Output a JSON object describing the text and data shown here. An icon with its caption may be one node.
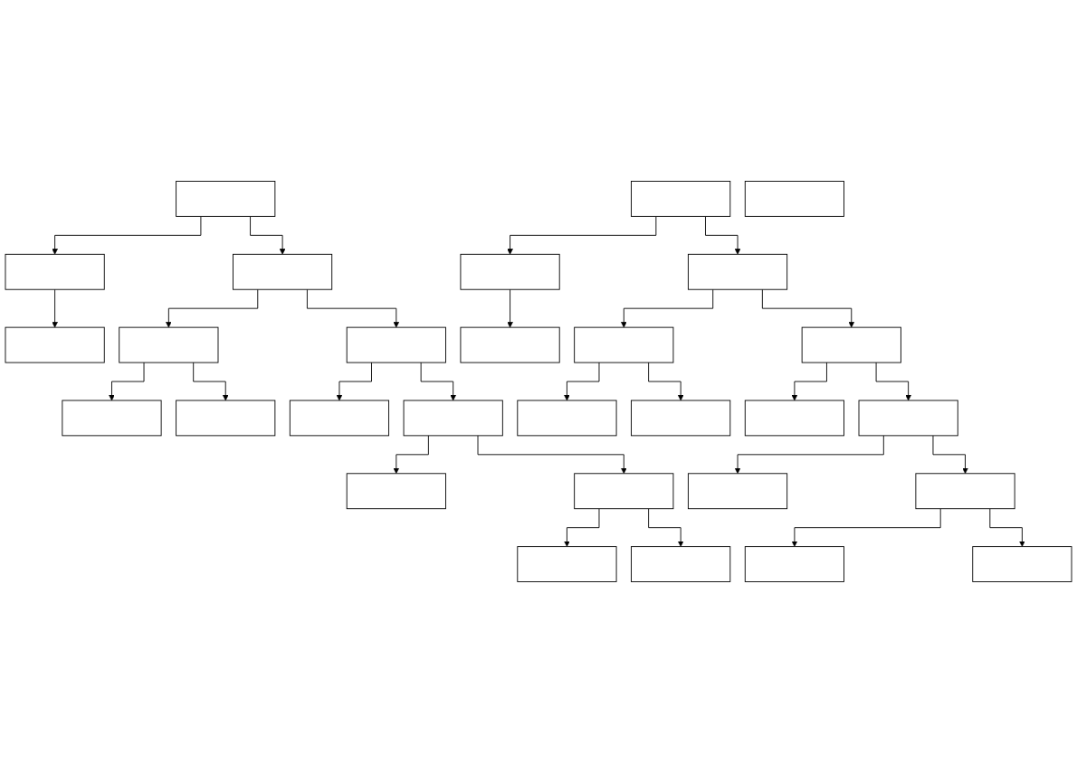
{
  "diagram": {
    "nodes": [
      {
        "text": [],
        "shape": "box"
      },
      {
        "text": [],
        "shape": "box"
      },
      {
        "text": [],
        "shape": "box"
      },
      {
        "text": [],
        "shape": "box"
      },
      {
        "text": [],
        "shape": "box"
      },
      {
        "text": [],
        "shape": "box"
      },
      {
        "text": [],
        "shape": "box"
      },
      {
        "text": [],
        "shape": "box"
      },
      {
        "text": [],
        "shape": "box"
      },
      {
        "text": [],
        "shape": "box"
      },
      {
        "text": [],
        "shape": "box"
      },
      {
        "text": [],
        "shape": "box"
      },
      {
        "text": [],
        "shape": "box"
      },
      {
        "text": [],
        "shape": "box"
      },
      {
        "text": [],
        "shape": "box"
      },
      {
        "text": [],
        "shape": "box"
      },
      {
        "text": [],
        "shape": "box"
      },
      {
        "text": [],
        "shape": "box"
      },
      {
        "text": [],
        "shape": "box"
      },
      {
        "text": [],
        "shape": "box"
      },
      {
        "text": [],
        "shape": "box"
      },
      {
        "text": [],
        "shape": "box"
      },
      {
        "text": [],
        "shape": "box"
      },
      {
        "text": [],
        "shape": "box"
      },
      {
        "text": [],
        "shape": "box"
      },
      {
        "text": [],
        "shape": "box"
      },
      {
        "text": [],
        "shape": "box"
      },
      {
        "text": [],
        "shape": "box"
      },
      {
        "text": [],
        "shape": "box"
      }
    ],
    "edges": [
      {
        "from": 1,
        "to": 2,
        "arrow": "to"
      },
      {
        "from": 2,
        "to": 3,
        "arrow": "to"
      },
      {
        "from": 1,
        "to": 4,
        "arrow": "to"
      },
      {
        "from": 4,
        "to": 5,
        "arrow": "to"
      },
      {
        "from": 5,
        "to": 6,
        "arrow": "to"
      },
      {
        "from": 5,
        "to": 7,
        "arrow": "to"
      },
      {
        "from": 4,
        "to": 8,
        "arrow": "to"
      },
      {
        "from": 8,
        "to": 9,
        "arrow": "to"
      },
      {
        "from": 8,
        "to": 10,
        "arrow": "to"
      },
      {
        "from": 10,
        "to": 11,
        "arrow": "to"
      },
      {
        "from": 10,
        "to": 12,
        "arrow": "to"
      },
      {
        "from": 12,
        "to": 13,
        "arrow": "to"
      },
      {
        "from": 12,
        "to": 14,
        "arrow": "to"
      },
      {
        "from": 15,
        "to": 16,
        "arrow": "to"
      },
      {
        "from": 16,
        "to": 17,
        "arrow": "to"
      },
      {
        "from": 15,
        "to": 18,
        "arrow": "to"
      },
      {
        "from": 18,
        "to": 19,
        "arrow": "to"
      },
      {
        "from": 19,
        "to": 20,
        "arrow": "to"
      },
      {
        "from": 19,
        "to": 21,
        "arrow": "to"
      },
      {
        "from": 18,
        "to": 22,
        "arrow": "to"
      },
      {
        "from": 22,
        "to": 23,
        "arrow": "to"
      },
      {
        "from": 22,
        "to": 24,
        "arrow": "to"
      },
      {
        "from": 24,
        "to": 25,
        "arrow": "to"
      },
      {
        "from": 24,
        "to": 26,
        "arrow": "to"
      },
      {
        "from": 26,
        "to": 27,
        "arrow": "to"
      },
      {
        "from": 26,
        "to": 28,
        "arrow": "to"
      }
    ]
  }
}
